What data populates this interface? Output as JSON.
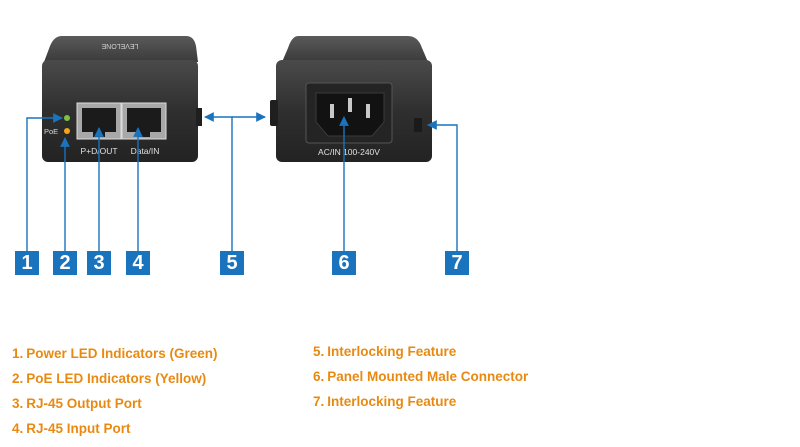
{
  "device_labels": {
    "poe": "PoE",
    "output_port": "P+D/OUT",
    "input_port": "Data/IN",
    "ac_input": "AC/IN 100-240V",
    "brand": "LEVELONE"
  },
  "callouts": [
    "1",
    "2",
    "3",
    "4",
    "5",
    "6",
    "7"
  ],
  "legend_left": [
    {
      "num": "1.",
      "text": "Power LED Indicators (Green)"
    },
    {
      "num": "2.",
      "text": "PoE LED Indicators (Yellow)"
    },
    {
      "num": "3.",
      "text": "RJ-45 Output Port"
    },
    {
      "num": "4.",
      "text": "RJ-45 Input Port"
    }
  ],
  "legend_right": [
    {
      "num": "5.",
      "text": "Interlocking Feature"
    },
    {
      "num": "6.",
      "text": "Panel Mounted Male Connector"
    },
    {
      "num": "7.",
      "text": "Interlocking Feature"
    }
  ],
  "colors": {
    "callout_badge": "#1a73bd",
    "callout_line": "#1a73bd",
    "legend_text": "#e88a12",
    "device_body": "#2e2e2e",
    "power_led": "#7cc242",
    "poe_led": "#f2a614"
  }
}
